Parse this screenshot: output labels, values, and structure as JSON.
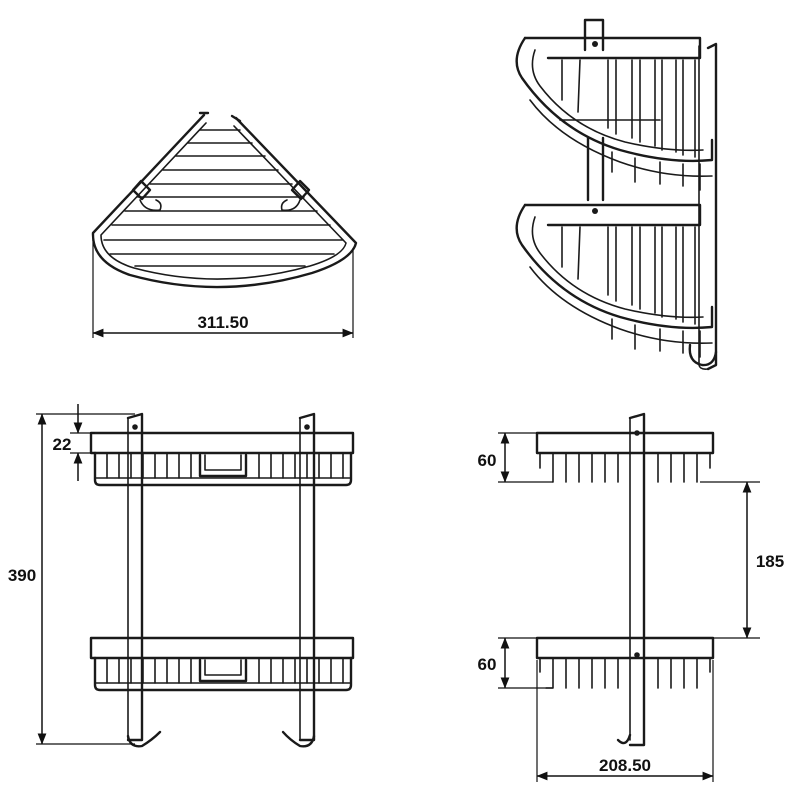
{
  "colors": {
    "line": "#1a1a1a",
    "background": "#ffffff"
  },
  "dimensions": {
    "top_width": "311.50",
    "total_height": "390",
    "rail_height": "22",
    "side_basket_height_top": "60",
    "side_spacing": "185",
    "side_basket_height_bottom": "60",
    "side_depth": "208.50"
  }
}
